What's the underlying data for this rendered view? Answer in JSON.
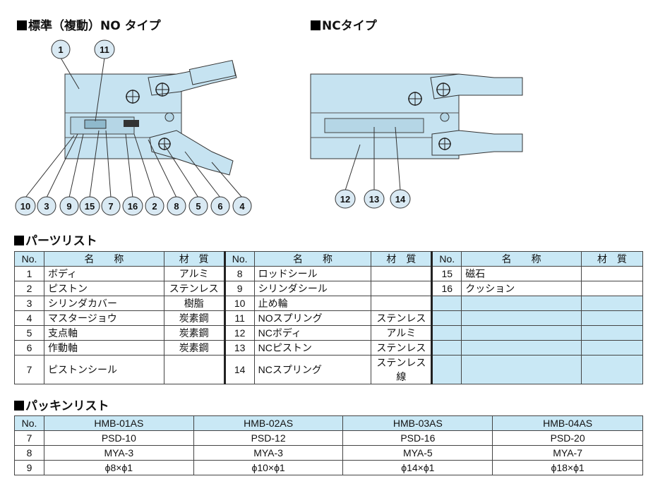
{
  "sections": {
    "no_type": "標準（複動）NO タイプ",
    "nc_type": "NCタイプ",
    "parts_list": "パーツリスト",
    "packing_list": "パッキンリスト"
  },
  "callouts": {
    "no_top": [
      "1",
      "11"
    ],
    "no_bottom": [
      "10",
      "3",
      "9",
      "15",
      "7",
      "16",
      "2",
      "8",
      "5",
      "6",
      "4"
    ],
    "nc_bottom": [
      "12",
      "13",
      "14"
    ]
  },
  "parts_table": {
    "headers": [
      "No.",
      "名　　称",
      "材　質"
    ],
    "col1": [
      {
        "no": "1",
        "name": "ボディ",
        "material": "アルミ"
      },
      {
        "no": "2",
        "name": "ピストン",
        "material": "ステンレス"
      },
      {
        "no": "3",
        "name": "シリンダカバー",
        "material": "樹脂"
      },
      {
        "no": "4",
        "name": "マスタージョウ",
        "material": "炭素鋼"
      },
      {
        "no": "5",
        "name": "支点軸",
        "material": "炭素鋼"
      },
      {
        "no": "6",
        "name": "作動軸",
        "material": "炭素鋼"
      },
      {
        "no": "7",
        "name": "ピストンシール",
        "material": ""
      }
    ],
    "col2": [
      {
        "no": "8",
        "name": "ロッドシール",
        "material": ""
      },
      {
        "no": "9",
        "name": "シリンダシール",
        "material": ""
      },
      {
        "no": "10",
        "name": "止め輪",
        "material": ""
      },
      {
        "no": "11",
        "name": "NOスプリング",
        "material": "ステンレス"
      },
      {
        "no": "12",
        "name": "NCボディ",
        "material": "アルミ"
      },
      {
        "no": "13",
        "name": "NCピストン",
        "material": "ステンレス"
      },
      {
        "no": "14",
        "name": "NCスプリング",
        "material": "ステンレス線"
      }
    ],
    "col3": [
      {
        "no": "15",
        "name": "磁石",
        "material": ""
      },
      {
        "no": "16",
        "name": "クッション",
        "material": ""
      },
      {
        "no": "",
        "name": "",
        "material": ""
      },
      {
        "no": "",
        "name": "",
        "material": ""
      },
      {
        "no": "",
        "name": "",
        "material": ""
      },
      {
        "no": "",
        "name": "",
        "material": ""
      },
      {
        "no": "",
        "name": "",
        "material": ""
      }
    ]
  },
  "packing_table": {
    "headers": [
      "No.",
      "HMB-01AS",
      "HMB-02AS",
      "HMB-03AS",
      "HMB-04AS"
    ],
    "rows": [
      [
        "7",
        "PSD-10",
        "PSD-12",
        "PSD-16",
        "PSD-20"
      ],
      [
        "8",
        "MYA-3",
        "MYA-3",
        "MYA-5",
        "MYA-7"
      ],
      [
        "9",
        "ϕ8×ϕ1",
        "ϕ10×ϕ1",
        "ϕ14×ϕ1",
        "ϕ18×ϕ1"
      ]
    ]
  },
  "colors": {
    "body": "#c6e3f1",
    "header": "#c9e8f5",
    "callout": "#d9e9f3"
  }
}
